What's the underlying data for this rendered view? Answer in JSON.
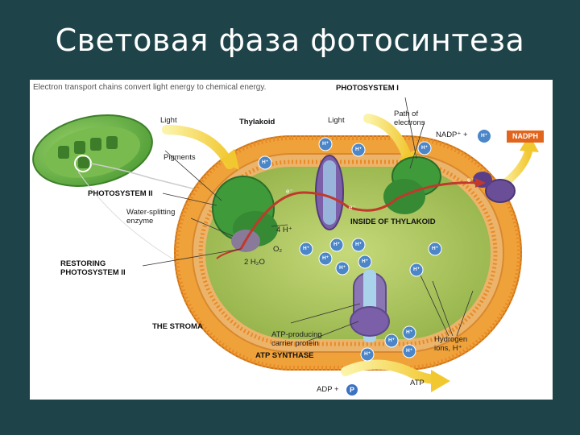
{
  "slide": {
    "title": "Световая фаза фотосинтеза"
  },
  "figure": {
    "caption": "Electron transport chains convert light energy to chemical energy.",
    "labels": {
      "photosystem_i": "PHOTOSYSTEM I",
      "light_left": "Light",
      "thylakoid": "Thylakoid",
      "light_right": "Light",
      "path_of_electrons": "Path of\nelectrons",
      "nadp": "NADP⁺ +",
      "nadp_h": "H⁺",
      "nadph": "NADPH",
      "pigments": "Pigments",
      "photosystem_ii": "PHOTOSYSTEM II",
      "water_splitting": "Water-splitting\nenzyme",
      "four_h": "4 H⁺",
      "o2": "O₂",
      "two_h2o": "2 H₂O",
      "inside_thylakoid": "INSIDE OF THYLAKOID",
      "restoring_ps2": "RESTORING\nPHOTOSYSTEM II",
      "the_stroma": "THE STROMA",
      "atp_producing": "ATP-producing\ncarrier protein",
      "atp_synthase": "ATP SYNTHASE",
      "hydrogen_ions": "Hydrogen\nions, H⁺",
      "adp": "ADP +",
      "p": "P",
      "atp": "ATP"
    },
    "h_ion_label": "H⁺",
    "electron_label": "e⁻"
  },
  "colors": {
    "background": "#1e4449",
    "membrane": "#f0a23a",
    "lumen": "#a8c25a",
    "photosystem": "#3f9a3a",
    "protein": "#7b5fa8",
    "electron_path": "#c0392b",
    "light_arrow": "#f4d93a",
    "h_ion": "#4a86c8",
    "nadph_box": "#e2651d"
  }
}
